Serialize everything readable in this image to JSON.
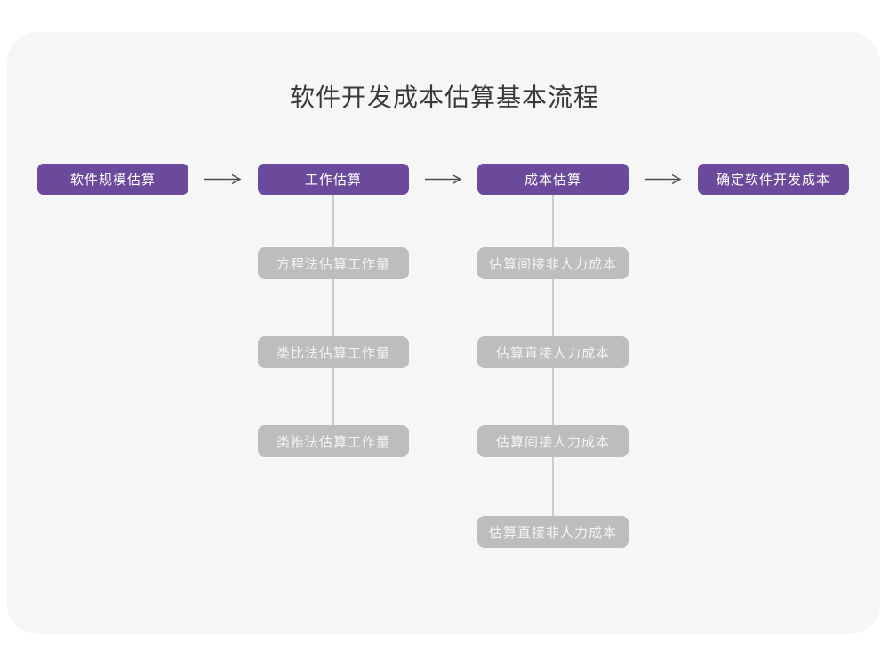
{
  "title": "软件开发成本估算基本流程",
  "colors": {
    "page_background": "#ffffff",
    "card_background": "#f6f6f6",
    "primary_node": "#6b4a9b",
    "sub_node": "#bdbdbd",
    "node_text": "#ffffff",
    "sub_node_text": "#f4f4f4",
    "arrow": "#4d4d4d",
    "connector_line": "#cbcbcb",
    "title_text": "#3a3a3a"
  },
  "flow": [
    {
      "label": "软件规模估算"
    },
    {
      "label": "工作估算"
    },
    {
      "label": "成本估算"
    },
    {
      "label": "确定软件开发成本"
    }
  ],
  "arrows": [
    {
      "icon": "arrow-right"
    },
    {
      "icon": "arrow-right"
    },
    {
      "icon": "arrow-right"
    }
  ],
  "columns": [
    {
      "under_flow_index": 1,
      "items": [
        {
          "label": "方程法估算工作量"
        },
        {
          "label": "类比法估算工作量"
        },
        {
          "label": "类推法估算工作量"
        }
      ]
    },
    {
      "under_flow_index": 2,
      "items": [
        {
          "label": "估算间接非人力成本"
        },
        {
          "label": "估算直接人力成本"
        },
        {
          "label": "估算间接人力成本"
        },
        {
          "label": "估算直接非人力成本"
        }
      ]
    }
  ]
}
